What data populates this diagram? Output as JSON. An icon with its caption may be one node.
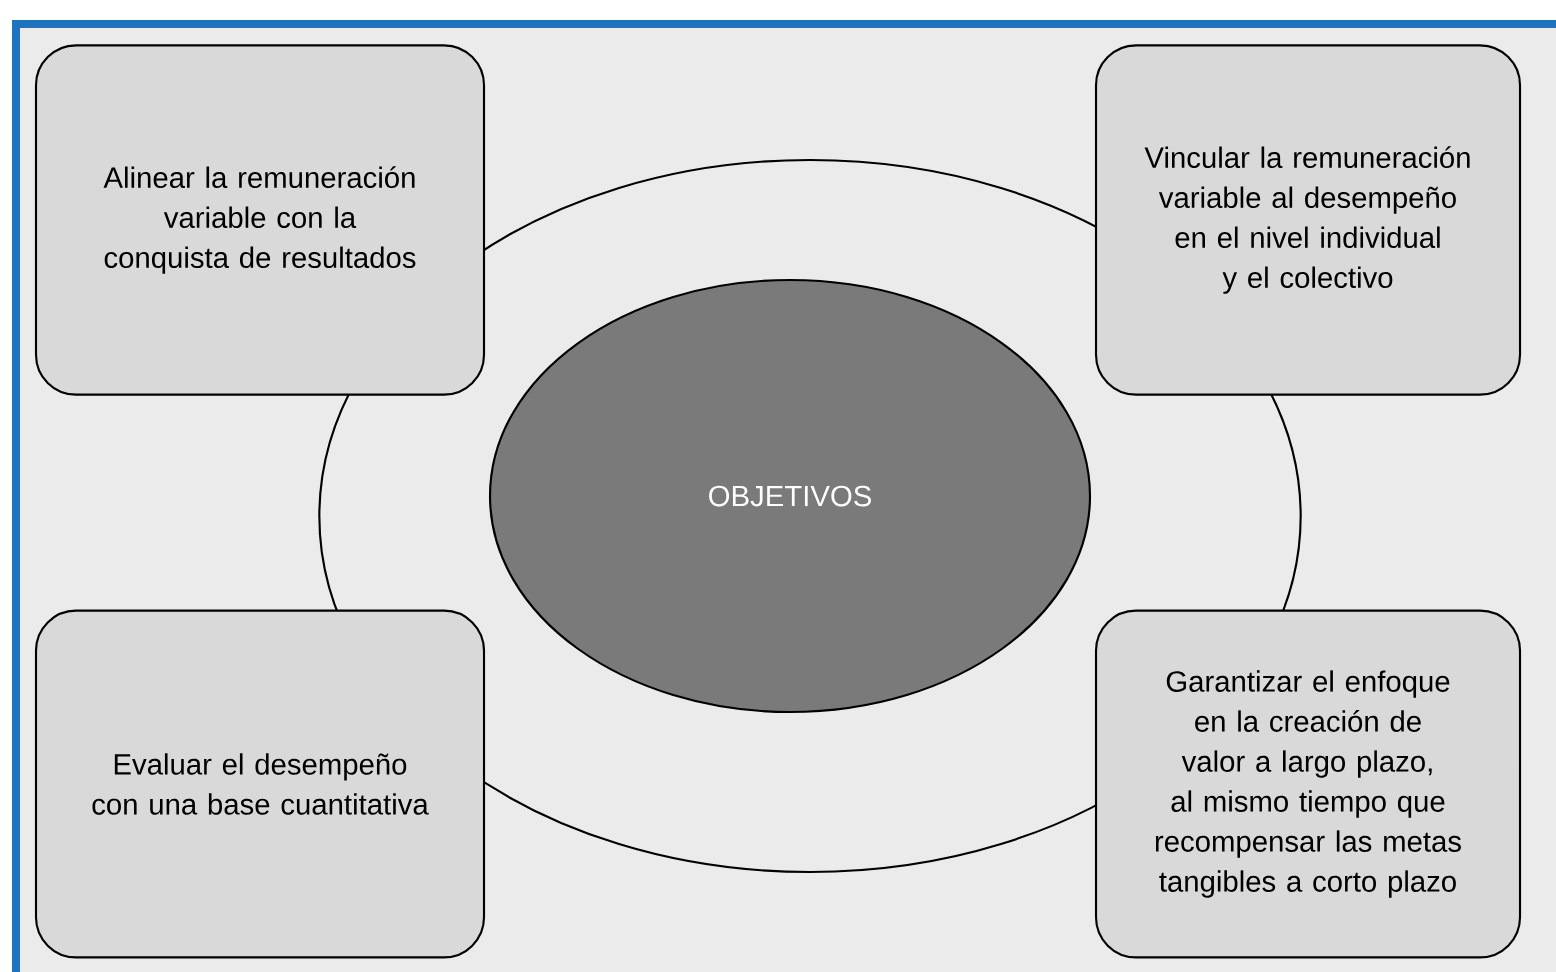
{
  "diagram": {
    "nodes": [
      {
        "text": [],
        "shape": "ellipse"
      },
      {
        "text": [
          "OBJETIVOS"
        ],
        "in": 0
      },
      {
        "text": [
          "Alinear la remuneración variable con la conquista de resultados"
        ]
      },
      {
        "text": [
          "Vincular la remuneración variable al desempeño en el nivel individual y el colectivo"
        ]
      },
      {
        "text": [
          "Evaluar el desempeño con una base cuantitativa"
        ]
      },
      {
        "text": [
          "Garantizar el enfoque en la creación de valor a largo plazo, al mismo tiempo que recompensar las metas tangibles a corto plazo"
        ]
      }
    ]
  }
}
